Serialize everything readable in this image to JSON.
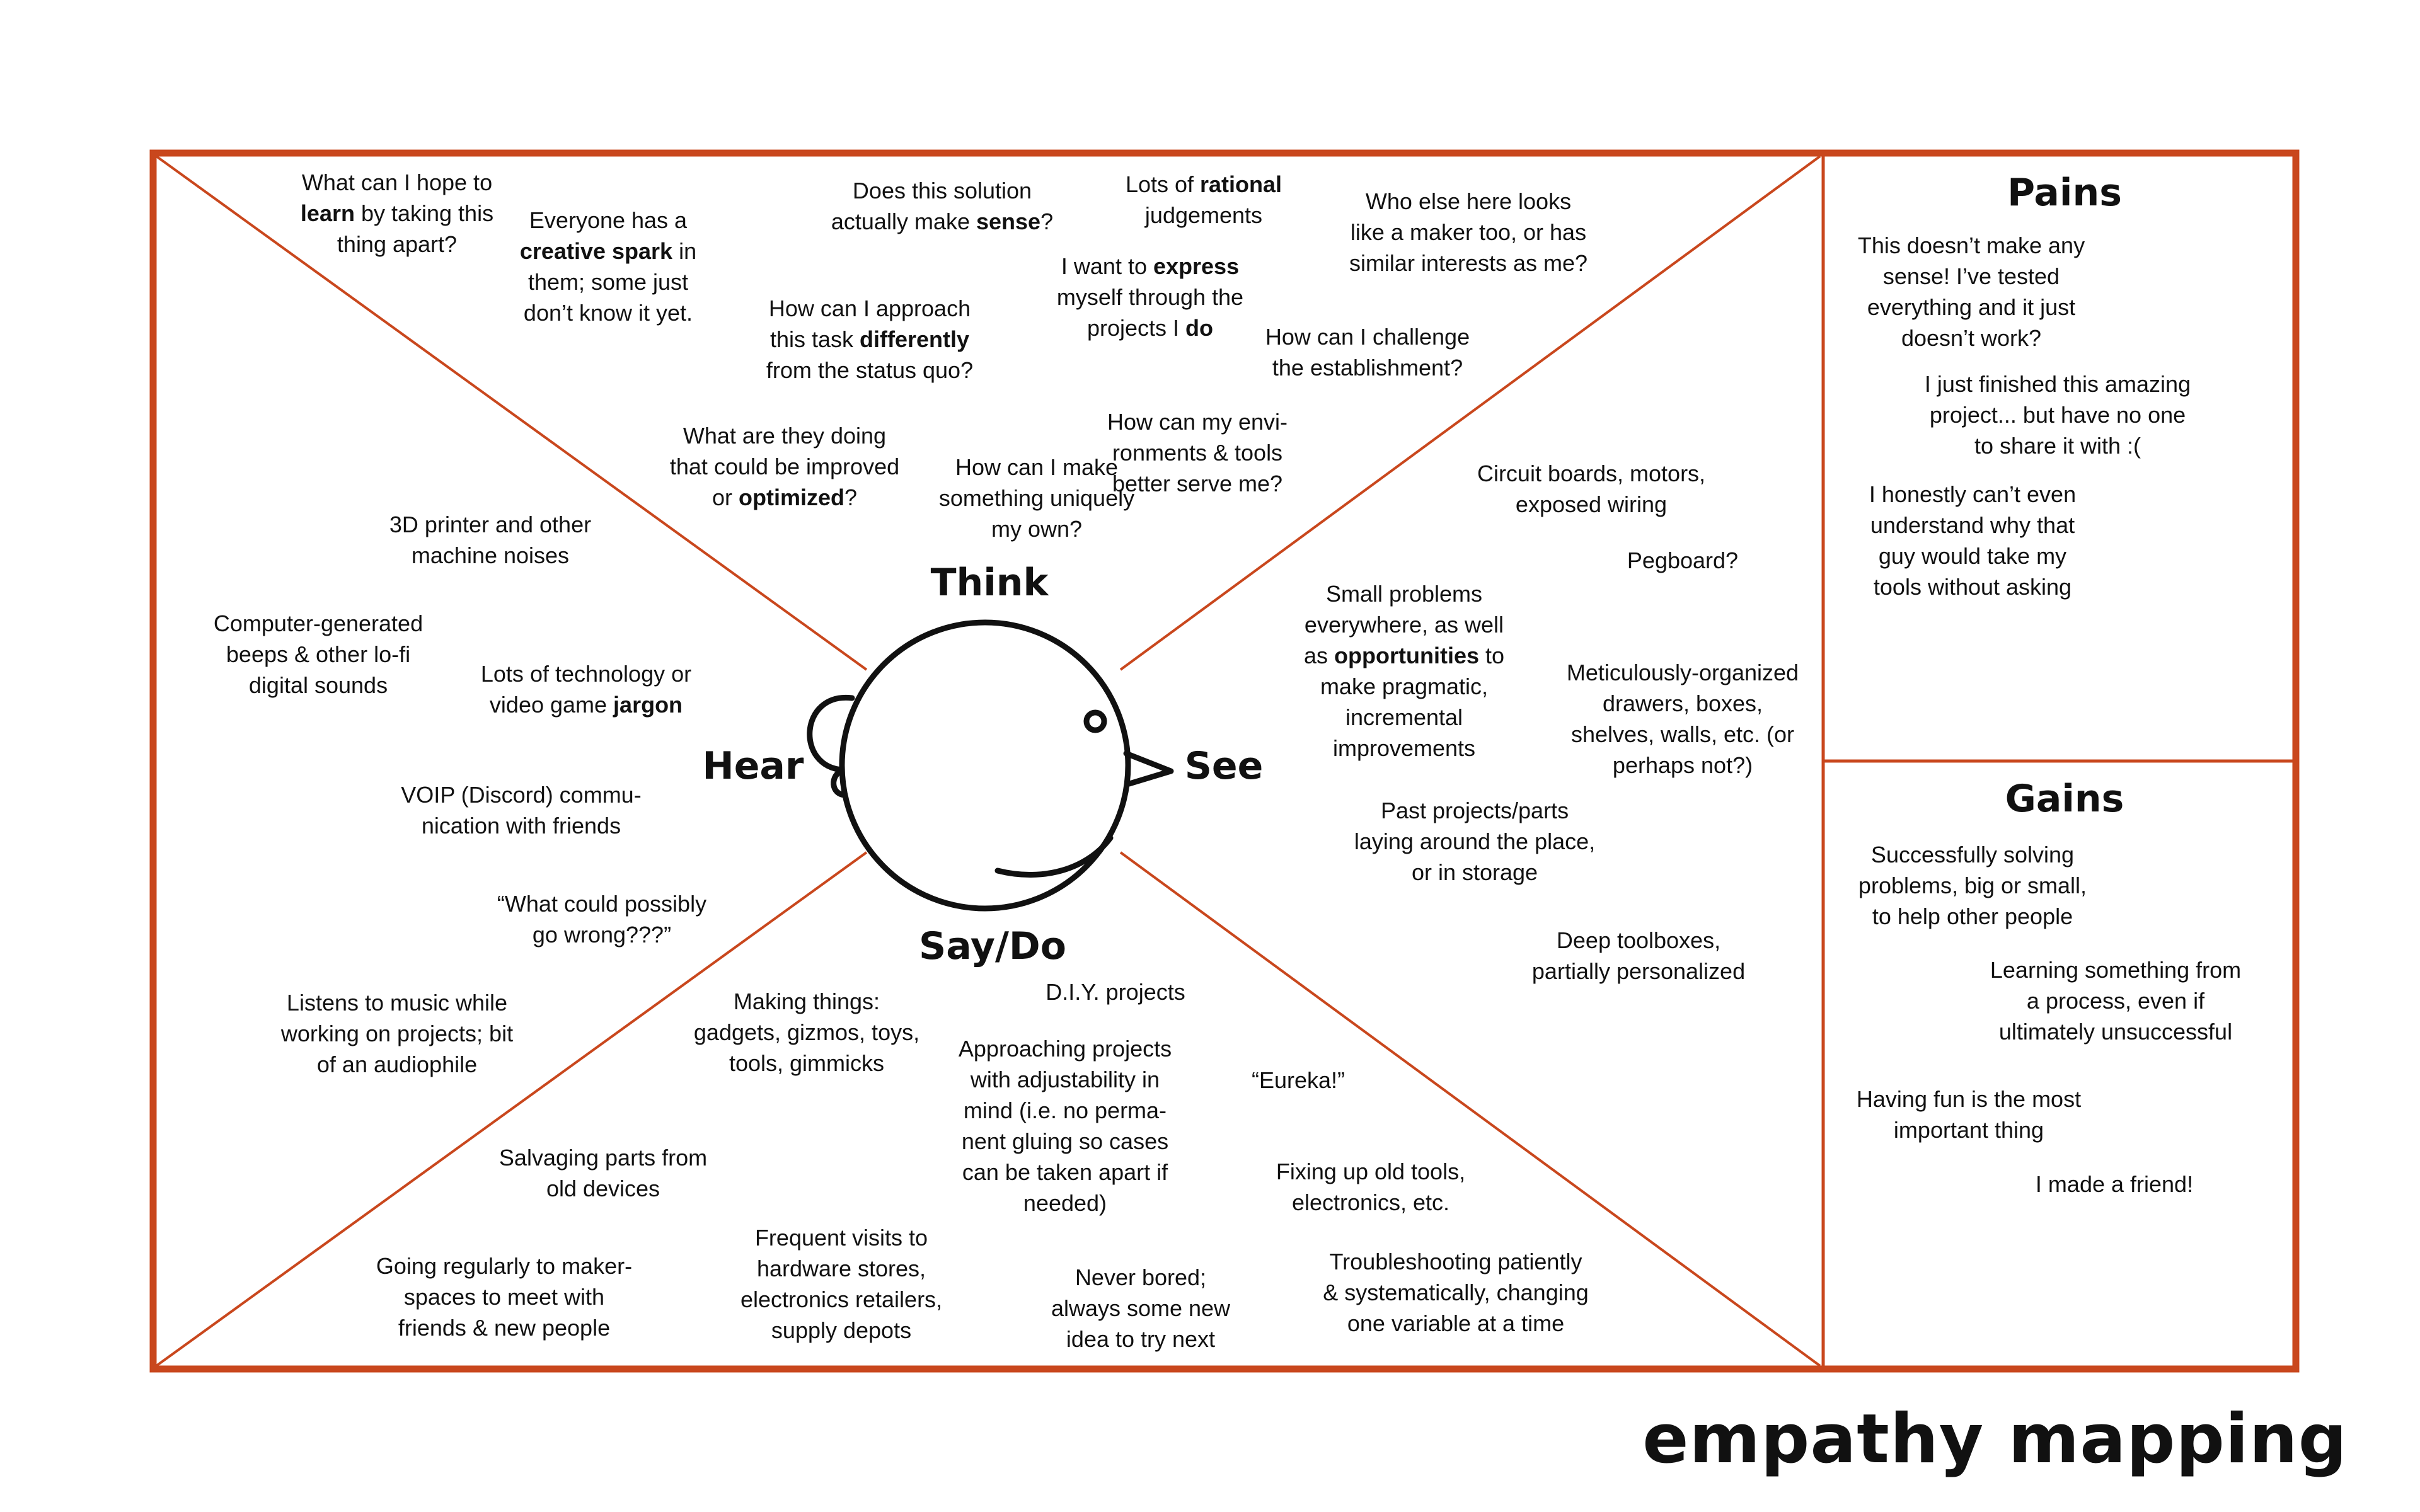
{
  "title": "empathy mapping",
  "accent_color": "#c9471d",
  "quadrants": {
    "think": "Think",
    "see": "See",
    "say_do": "Say/Do",
    "hear": "Hear"
  },
  "sidebar": {
    "pains_title": "Pains",
    "gains_title": "Gains"
  },
  "think_notes": [
    [
      "What can I hope to",
      "learn|| by taking this",
      "thing apart?"
    ],
    [
      "Everyone has a",
      "|creative spark| in",
      "them; some just",
      "don’t know it yet."
    ],
    [
      "Does this solution",
      "actually make |sense|?"
    ],
    [
      "Lots of |rational|",
      "judgements"
    ],
    [
      "Who else here looks",
      "like a maker too, or has",
      "similar interests as me?"
    ],
    [
      "I want to |express|",
      "myself through the",
      "projects I |do|"
    ],
    [
      "How can I approach",
      "this task |differently|",
      "from the status quo?"
    ],
    [
      "How can I challenge",
      "the establishment?"
    ],
    [
      "How can my envi-",
      "ronments & tools",
      "better serve me?"
    ],
    [
      "What are they doing",
      "that could be improved",
      "or |optimized|?"
    ],
    [
      "How can I make",
      "something uniquely",
      "my own?"
    ]
  ],
  "hear_notes": [
    [
      "3D printer and other",
      "machine noises"
    ],
    [
      "Computer-generated",
      "beeps & other lo-fi",
      "digital sounds"
    ],
    [
      "Lots of technology or",
      "video game |jargon|"
    ],
    [
      "VOIP (Discord) commu-",
      "nication with friends"
    ],
    [
      "“What could possibly",
      "go wrong???”"
    ],
    [
      "Listens to music while",
      "working on projects; bit",
      "of an audiophile"
    ]
  ],
  "see_notes": [
    [
      "Circuit boards, motors,",
      "exposed wiring"
    ],
    [
      "Pegboard?"
    ],
    [
      "Small problems",
      "everywhere, as well",
      "as |opportunities| to",
      "make pragmatic,",
      "incremental",
      "improvements"
    ],
    [
      "Meticulously-organized",
      "drawers, boxes,",
      "shelves, walls, etc. (or",
      "perhaps not?)"
    ],
    [
      "Past projects/parts",
      "laying around the place,",
      "or in storage"
    ],
    [
      "Deep toolboxes,",
      "partially personalized"
    ]
  ],
  "say_do_notes": [
    [
      "Making things:",
      "gadgets, gizmos, toys,",
      "tools, gimmicks"
    ],
    [
      "D.I.Y. projects"
    ],
    [
      "Approaching projects",
      "with adjustability in",
      "mind (i.e. no perma-",
      "nent gluing so cases",
      "can be taken apart if",
      "needed)"
    ],
    [
      "“Eureka!”"
    ],
    [
      "Salvaging parts from",
      "old devices"
    ],
    [
      "Fixing up old tools,",
      "electronics, etc."
    ],
    [
      "Frequent visits to",
      "hardware stores,",
      "electronics retailers,",
      "supply depots"
    ],
    [
      "Going regularly to maker-",
      "spaces to meet with",
      "friends & new people"
    ],
    [
      "Never bored;",
      "always some new",
      "idea to try next"
    ],
    [
      "Troubleshooting patiently",
      "& systematically, changing",
      "one variable at a time"
    ]
  ],
  "pains_notes": [
    [
      "This doesn’t make any",
      "sense! I’ve tested",
      "everything and it just",
      "doesn’t work?"
    ],
    [
      "I just finished this amazing",
      "project... but have no one",
      "to share it with :("
    ],
    [
      "I honestly can’t even",
      "understand why that",
      "guy would take my",
      "tools without asking"
    ]
  ],
  "gains_notes": [
    [
      "Successfully solving",
      "problems, big or small,",
      "to help other people"
    ],
    [
      "Learning something from",
      "a process, even if",
      "ultimately unsuccessful"
    ],
    [
      "Having fun is the most",
      "important thing"
    ],
    [
      "I made a friend!"
    ]
  ]
}
